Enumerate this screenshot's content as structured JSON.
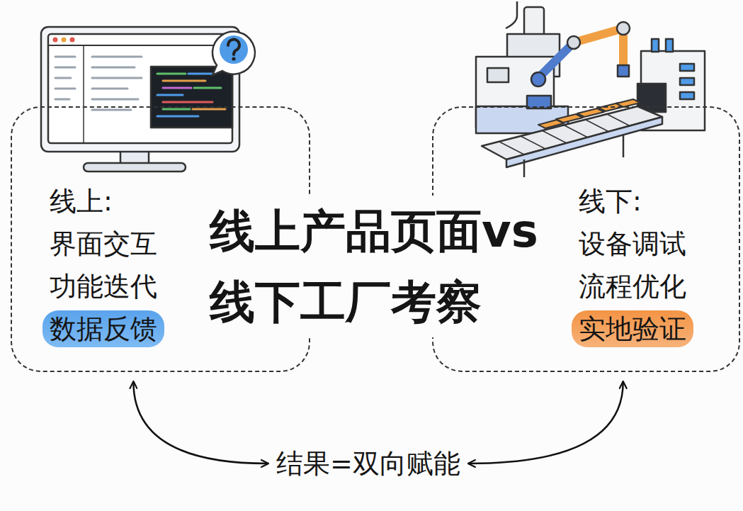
{
  "diagram": {
    "title": "线上产品页面vs 线下工厂考察",
    "nodes": [
      {
        "text": [
          "线上:",
          "界面交互",
          "功能迭代"
        ]
      },
      {
        "text": [
          "数据反馈"
        ],
        "in": 0
      },
      {
        "text": [
          "线下:",
          "设备调试",
          "流程优化"
        ]
      },
      {
        "text": [
          "实地验证"
        ],
        "in": 2
      },
      {
        "text": [
          "结果=双向赋能"
        ]
      }
    ],
    "edges": [
      {
        "from": 0,
        "to": 4,
        "arrow": "both"
      },
      {
        "from": 2,
        "to": 4,
        "arrow": "both"
      }
    ]
  }
}
